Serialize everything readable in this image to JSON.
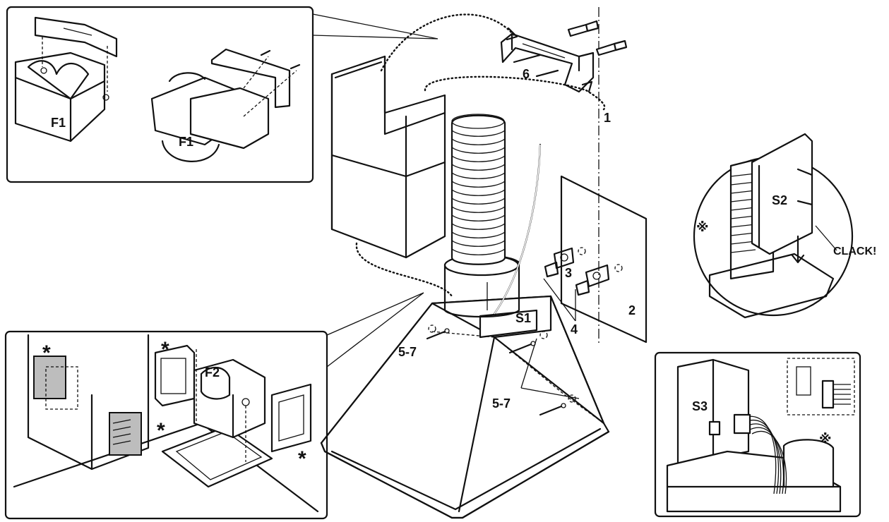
{
  "labels": {
    "f1_a": "F1",
    "f1_b": "F1",
    "f2": "F2",
    "s1": "S1",
    "s2": "S2",
    "s3": "S3",
    "clack": "CLACK!",
    "step1": "1",
    "step2": "2",
    "step3": "3",
    "step4": "4",
    "step6": "6",
    "step57_a": "5-7",
    "step57_b": "5-7",
    "asterisk": "*",
    "asterisk_thin": "※"
  }
}
